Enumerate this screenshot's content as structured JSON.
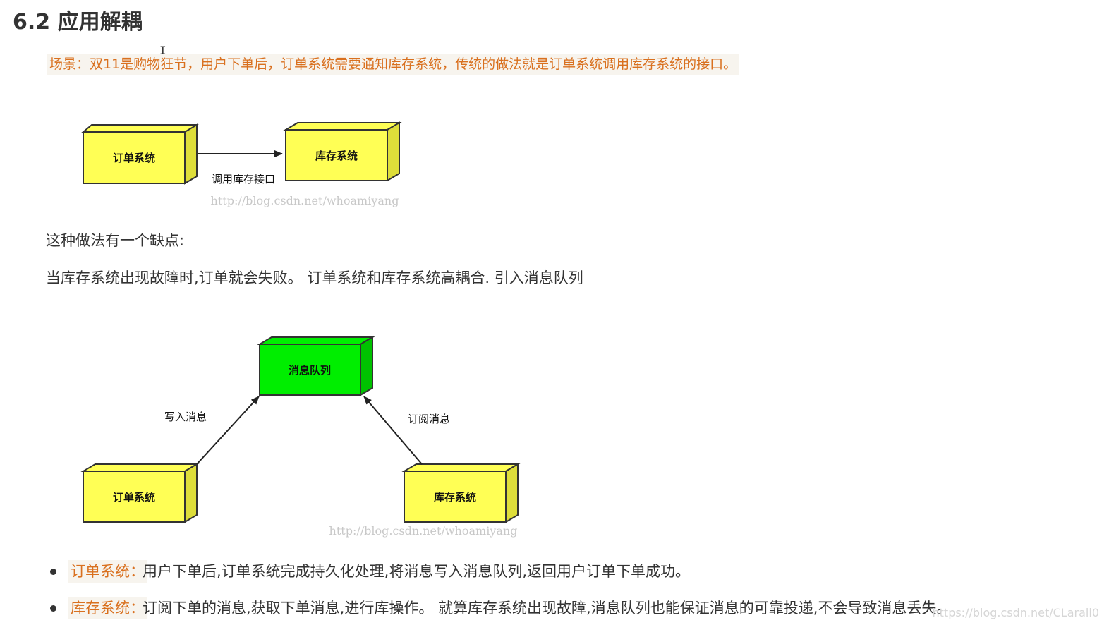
{
  "section": {
    "title": "6.2 应用解耦"
  },
  "scene_note": "场景：双11是购物狂节，用户下单后，订单系统需要通知库存系统，传统的做法就是订单系统调用库存系统的接口。",
  "figure1": {
    "order_box": "订单系统",
    "stock_box": "库存系统",
    "arrow_label": "调用库存接口",
    "watermark": "http://blog.csdn.net/whoamiyang",
    "box_color": "#ffff55"
  },
  "paragraphs": [
    "这种做法有一个缺点:",
    "当库存系统出现故障时,订单就会失败。 订单系统和库存系统高耦合. 引入消息队列"
  ],
  "figure2": {
    "queue_box": "消息队列",
    "order_box": "订单系统",
    "stock_box": "库存系统",
    "write_label": "写入消息",
    "subscribe_label": "订阅消息",
    "watermark": "http://blog.csdn.net/whoamiyang",
    "queue_color": "#00ee00",
    "box_color": "#ffff55"
  },
  "bullets": [
    {
      "term": "订单系统：",
      "desc": "用户下单后,订单系统完成持久化处理,将消息写入消息队列,返回用户订单下单成功。"
    },
    {
      "term": "库存系统：",
      "desc": "订阅下单的消息,获取下单消息,进行库操作。 就算库存系统出现故障,消息队列也能保证消息的可靠投递,不会导致消息丢失。"
    }
  ],
  "corner_watermark": "https://blog.csdn.net/CLarall0",
  "accent_color": "#d9701f"
}
